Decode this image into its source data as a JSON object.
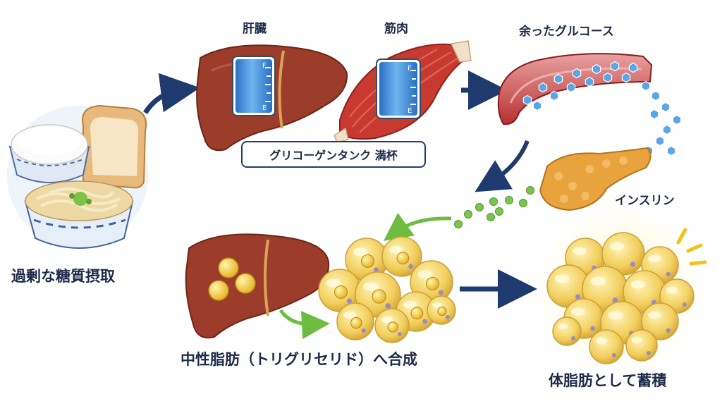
{
  "labels": {
    "liver": "肝臓",
    "muscle": "筋肉",
    "excess_glucose": "余ったグルコース",
    "glycogen_tank_full": "グリコーゲンタンク 満杯",
    "insulin": "インスリン",
    "excess_carbs": "過剰な糖質摂取",
    "triglyceride_synthesis": "中性脂肪（トリグリセリド）へ合成",
    "body_fat_storage": "体脂肪として蓄積"
  },
  "gauge_marks": {
    "full": "F",
    "empty": "E"
  },
  "gauge_levels": {
    "liver_tank": 1.0,
    "muscle_tank": 1.0
  },
  "colors": {
    "navy_arrow": "#1f3a6e",
    "green_arrow": "#6dbb3f",
    "liver": "#9b3d2a",
    "muscle": "#c83a30",
    "fat_cell": "#f5d56a",
    "glucose": "#5aa6e6",
    "insulin": "#7bc44e",
    "pancreas": "#e8a33d",
    "label_text": "#1d2b4a"
  },
  "icons": [
    "food-bowls-icon",
    "liver-icon",
    "muscle-icon",
    "blood-vessel-icon",
    "glucose-molecule-icon",
    "pancreas-icon",
    "insulin-dot-icon",
    "fat-cells-icon",
    "tank-gauge-icon"
  ]
}
